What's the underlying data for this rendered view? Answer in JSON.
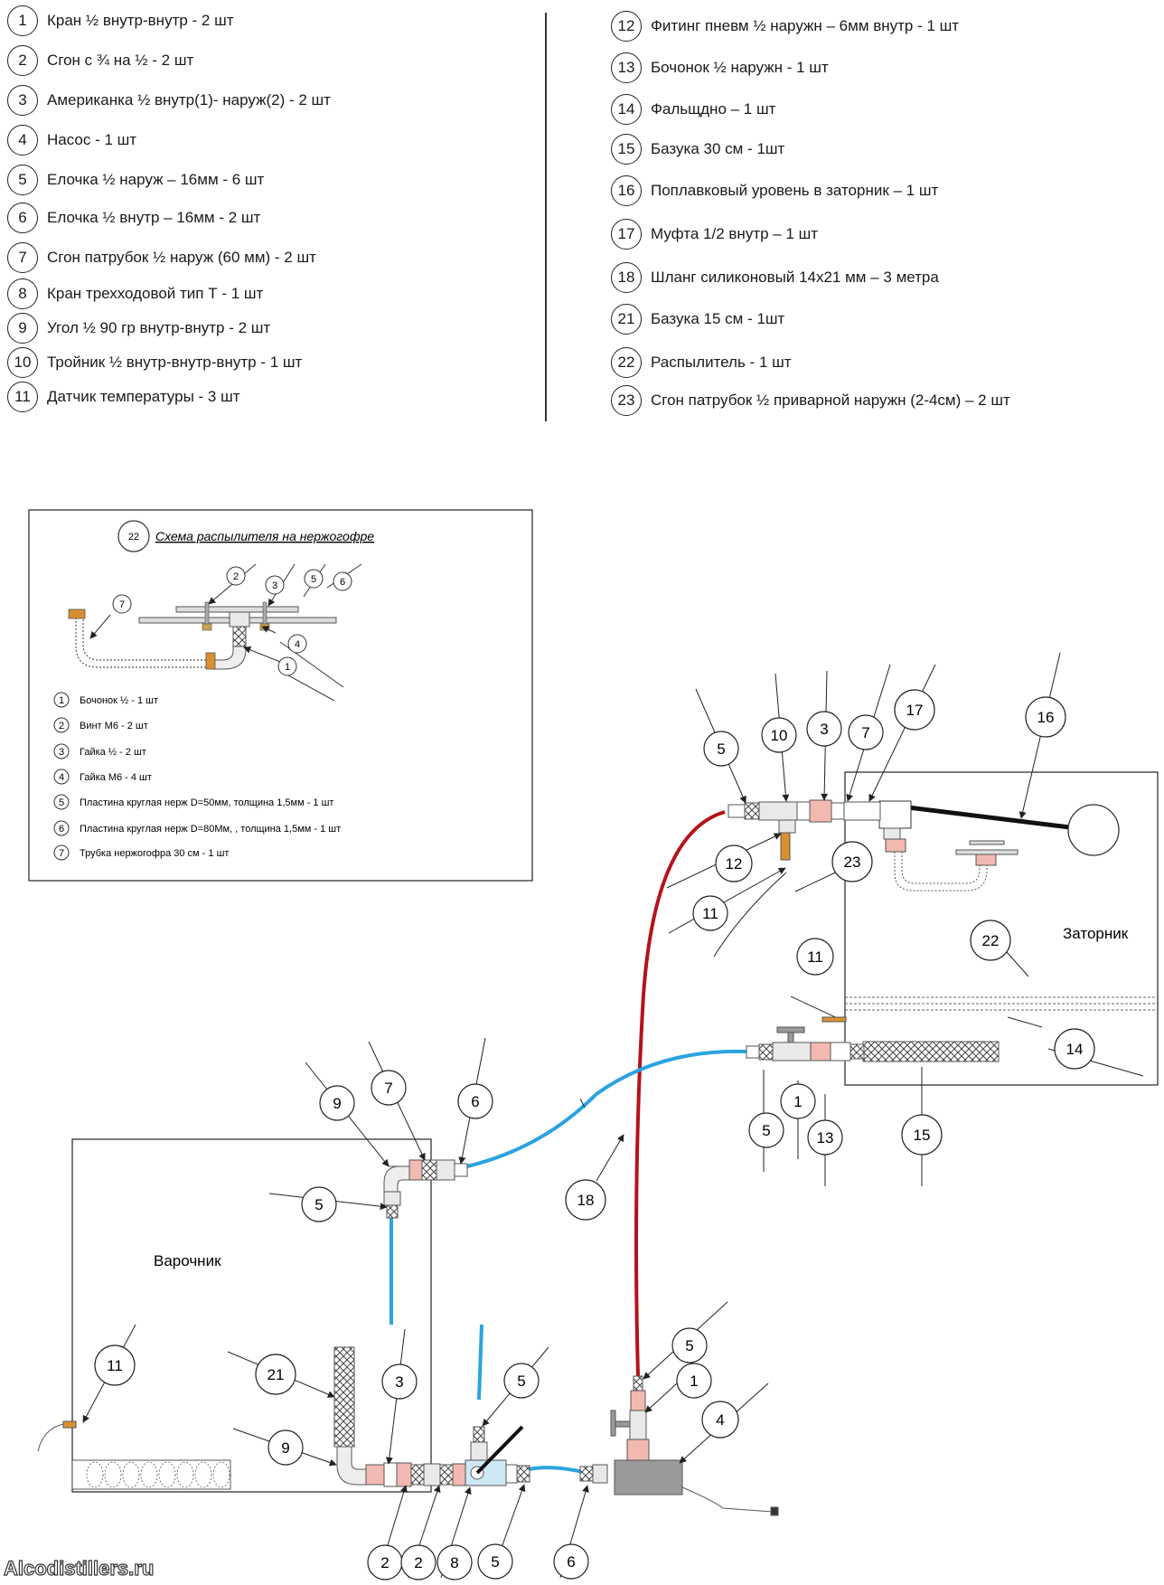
{
  "parts_left": [
    {
      "num": "1",
      "text": "Кран ½ внутр-внутр  -  2 шт"
    },
    {
      "num": "2",
      "text": "Сгон с ¾ на ½   -  2 шт"
    },
    {
      "num": "3",
      "text": "Американка ½ внутр(1)- наруж(2) -  2 шт"
    },
    {
      "num": "4",
      "text": "Насос   - 1 шт"
    },
    {
      "num": "5",
      "text": "Елочка ½ наруж – 16мм  -  6 шт"
    },
    {
      "num": "6",
      "text": "Елочка ½ внутр – 16мм   -  2 шт"
    },
    {
      "num": "7",
      "text": "Сгон патрубок ½ наруж  (60 мм)  -  2 шт"
    },
    {
      "num": "8",
      "text": "Кран трехходовой тип Т   - 1 шт"
    },
    {
      "num": "9",
      "text": "Угол ½ 90 гр внутр-внутр   - 2 шт"
    },
    {
      "num": "10",
      "text": "Тройник ½ внутр-внутр-внутр   - 1 шт"
    },
    {
      "num": "11",
      "text": "Датчик температуры   - 3 шт"
    }
  ],
  "parts_right": [
    {
      "num": "12",
      "text": "Фитинг пневм ½ наружн – 6мм внутр   -  1 шт"
    },
    {
      "num": "13",
      "text": "Бочонок ½ наружн - 1 шт"
    },
    {
      "num": "14",
      "text": "Фальщдно – 1 шт"
    },
    {
      "num": "15",
      "text": "Базука 30 см  - 1шт"
    },
    {
      "num": "16",
      "text": "Поплавковый уровень в заторник – 1 шт"
    },
    {
      "num": "17",
      "text": "Муфта 1/2 внутр – 1 шт"
    },
    {
      "num": "18",
      "text": "Шланг силиконовый 14х21 мм – 3 метра"
    },
    {
      "num": "21",
      "text": "Базука 15 см  - 1шт"
    },
    {
      "num": "22",
      "text": "Распылитель - 1 шт"
    },
    {
      "num": "23",
      "text": "Сгон патрубок ½ приварной наружн (2-4см) – 2 шт"
    }
  ],
  "inset": {
    "badge": "22",
    "title": "Схема распылителя на нержогофре",
    "items": [
      {
        "num": "1",
        "text": "Бочонок ½  - 1 шт"
      },
      {
        "num": "2",
        "text": "Винт М6  - 2 шт"
      },
      {
        "num": "3",
        "text": "Гайка ½ - 2 шт"
      },
      {
        "num": "4",
        "text": "Гайка М6 - 4 шт"
      },
      {
        "num": "5",
        "text": "Пластина круглая нерж D=50мм, толщина 1,5мм - 1 шт"
      },
      {
        "num": "6",
        "text": "Пластина круглая нерж D=80Мм, , толщина 1,5мм - 1 шт"
      },
      {
        "num": "7",
        "text": "Трубка нержогофра 30 см - 1 шт"
      }
    ],
    "callouts": [
      "2",
      "3",
      "5",
      "6",
      "7",
      "4",
      "1"
    ]
  },
  "vessels": {
    "masher": "Заторник",
    "boiler": "Варочник"
  },
  "callouts": {
    "c5a": "5",
    "c10": "10",
    "c3a": "3",
    "c7a": "7",
    "c17": "17",
    "c16": "16",
    "c12": "12",
    "c23": "23",
    "c11a": "11",
    "c11b": "11",
    "c22": "22",
    "c14": "14",
    "c1a": "1",
    "c5b": "5",
    "c13": "13",
    "c15": "15",
    "c18": "18",
    "c9a": "9",
    "c7b": "7",
    "c6a": "6",
    "c5c": "5",
    "c11c": "11",
    "c21": "21",
    "c3b": "3",
    "c5d": "5",
    "c9b": "9",
    "c5e": "5",
    "c1b": "1",
    "c4": "4",
    "c2a": "2",
    "c2b": "2",
    "c8": "8",
    "c5f": "5",
    "c6b": "6"
  },
  "watermark": "Alcodistillers.ru",
  "colors": {
    "red_hose": "#b5121b",
    "blue_hose": "#2aa3e0",
    "brass": "#d49a2a",
    "pink": "#f2b9b0",
    "insulation": "#888888"
  }
}
